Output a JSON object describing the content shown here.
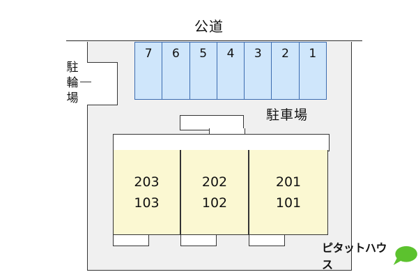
{
  "road": "公道",
  "parking_label": "駐車場",
  "bike_parking": [
    "駐",
    "輪",
    "場"
  ],
  "parking_spaces": [
    "7",
    "6",
    "5",
    "4",
    "3",
    "2",
    "1"
  ],
  "units": [
    {
      "upper": "203",
      "lower": "103"
    },
    {
      "upper": "202",
      "lower": "102"
    },
    {
      "upper": "201",
      "lower": "101"
    }
  ],
  "logo": {
    "text": "ピタットハウス",
    "icon": "speech-bubble-icon",
    "color": "#5cc22e"
  },
  "colors": {
    "parking_fill": "#cfe6fb",
    "parking_border": "#3a6bb0",
    "unit_fill": "#fbf8d2",
    "lot_fill": "#f0f0f0"
  }
}
